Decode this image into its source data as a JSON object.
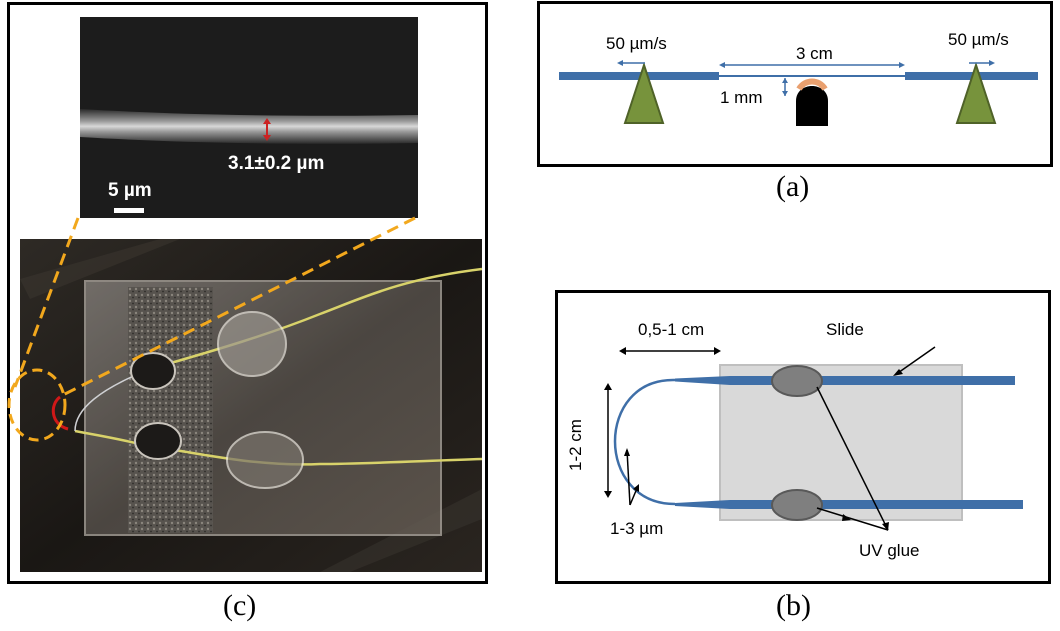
{
  "panel_c": {
    "caption": "(c)",
    "sem_diameter": "3.1±0.2 µm",
    "scale_bar": "5 µm"
  },
  "panel_a": {
    "caption": "(a)",
    "left_speed": "50 µm/s",
    "right_speed": "50 µm/s",
    "span": "3 cm",
    "height": "1 mm"
  },
  "panel_b": {
    "caption": "(b)",
    "bend_width": "0,5-1 cm",
    "slide": "Slide",
    "loop_height": "1-2 cm",
    "tip_diameter": "1-3 µm",
    "glue": "UV glue"
  },
  "colors": {
    "fiber": "#3f6fa8",
    "wedge_fill": "#77933c",
    "wedge_stroke": "#4f6228",
    "heater_top": "#e9a06f",
    "glue": "#7f7f7f",
    "slide": "#d9d9d9",
    "dash": "#f2a81d"
  }
}
